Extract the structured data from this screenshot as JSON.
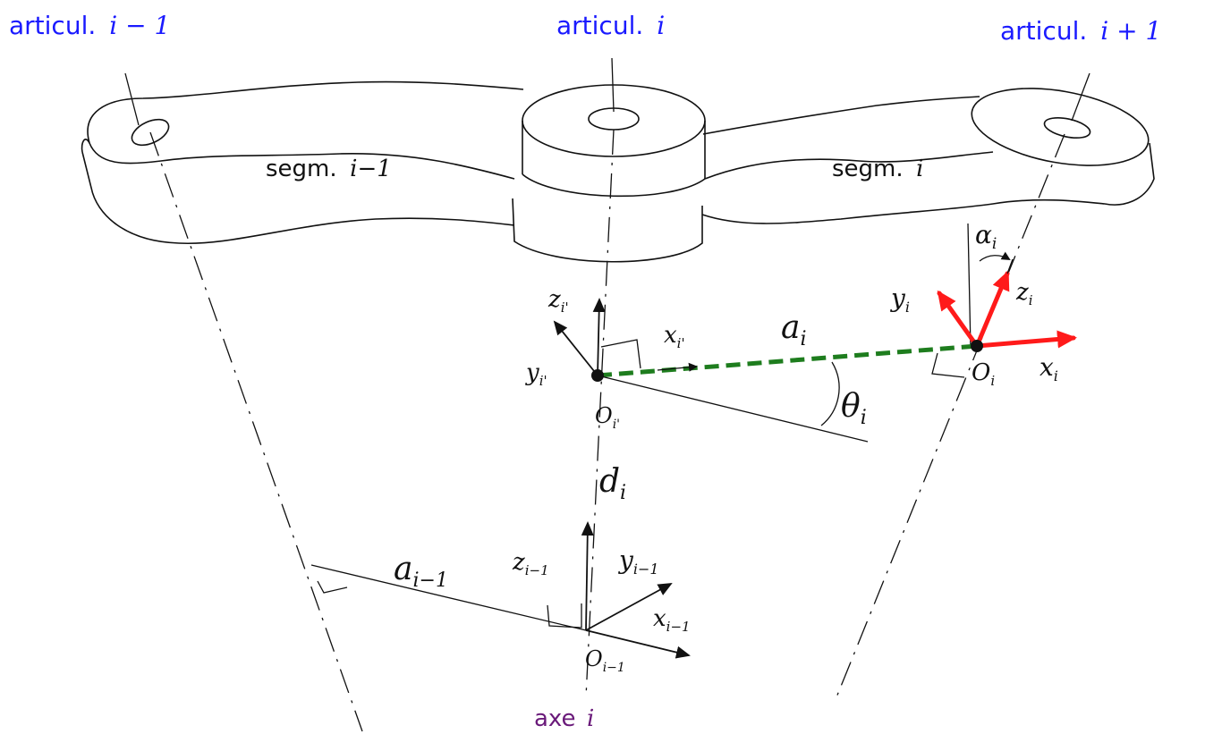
{
  "joints": {
    "prev": {
      "word": "articul.",
      "math": "i − 1"
    },
    "curr": {
      "word": "articul.",
      "math": "i"
    },
    "next": {
      "word": "articul.",
      "math": "i + 1"
    }
  },
  "segments": {
    "prev": {
      "word": "segm.",
      "math": "i−1"
    },
    "curr": {
      "word": "segm.",
      "math": "i"
    }
  },
  "axis_label": {
    "word": "axe",
    "math": "i"
  },
  "frame_i_prime": {
    "z": {
      "base": "z",
      "sub": "i'"
    },
    "y": {
      "base": "y",
      "sub": "i'"
    },
    "x": {
      "base": "x",
      "sub": "i'"
    },
    "origin": {
      "base": "O",
      "sub": "i'"
    }
  },
  "frame_i": {
    "z": {
      "base": "z",
      "sub": "i"
    },
    "y": {
      "base": "y",
      "sub": "i"
    },
    "x": {
      "base": "x",
      "sub": "i"
    },
    "origin": {
      "base": "O",
      "sub": "i"
    }
  },
  "frame_i_minus_1": {
    "z": {
      "base": "z",
      "sub": "i−1"
    },
    "y": {
      "base": "y",
      "sub": "i−1"
    },
    "x": {
      "base": "x",
      "sub": "i−1"
    },
    "origin": {
      "base": "O",
      "sub": "i−1"
    }
  },
  "params": {
    "a_i": {
      "base": "a",
      "sub": "i"
    },
    "a_i_minus_1": {
      "base": "a",
      "sub": "i−1"
    },
    "d_i": {
      "base": "d",
      "sub": "i"
    },
    "theta_i": {
      "base": "θ",
      "sub": "i"
    },
    "alpha_i": {
      "base": "α",
      "sub": "i"
    }
  },
  "colors": {
    "joint_label": "#1a1aff",
    "axis_label": "#6a1a7a",
    "frame_i_arrows": "#ff1a1a",
    "a_i_segment": "#1e7d1e"
  }
}
